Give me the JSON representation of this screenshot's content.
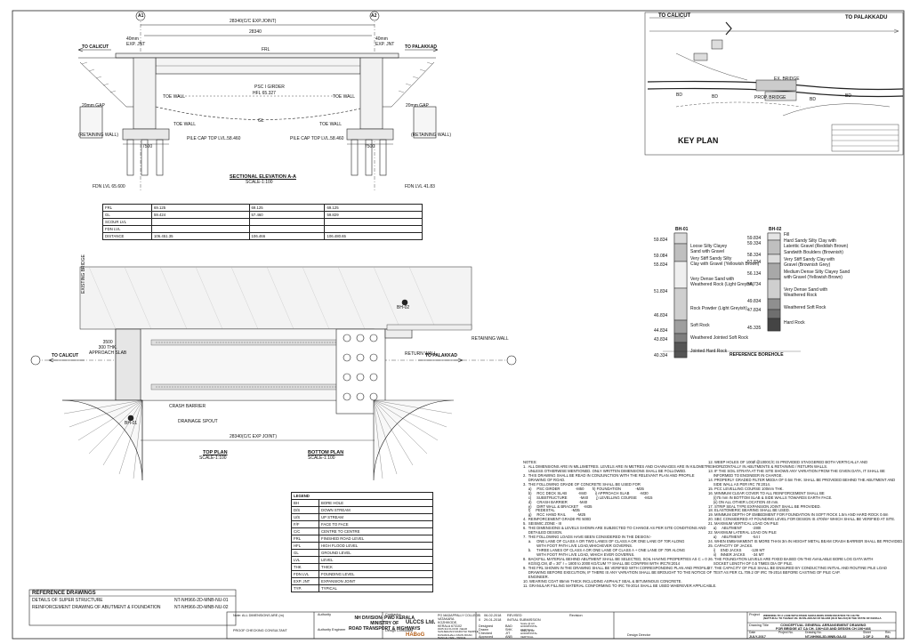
{
  "labels": {
    "to_calicut_elev": "TO CALICUT",
    "to_palakkad_elev": "TO PALAKKAD",
    "to_calicut_plan": "TO CALICUT",
    "to_palakkad_plan": "TO PALAKKAD",
    "to_calicut_key": "TO CALICUT",
    "to_palakkadu_key": "TO PALAKKADU",
    "overall_dim": "28340(C/C EXP.JOINT)",
    "span_dim": "28340",
    "exp_jnt_left": "40mm\nEXP. JNT",
    "exp_jnt_right": "40mm\nEXP. JNT",
    "a1": "A1",
    "a2": "A2",
    "frl": "FRL",
    "psc_girder": "PSC I GIRDER",
    "hfl": "HFL 65.327",
    "gl": "GL",
    "toe_wall_l1": "TOE WALL",
    "toe_wall_l2": "TOE WALL",
    "toe_wall_r1": "TOE WALL",
    "toe_wall_r2": "TOE WALL",
    "gap_l": "20mm GAP",
    "gap_r": "20mm GAP",
    "retaining_wall_l": "(RETAINING WALL)",
    "retaining_wall_r": "(RETAINING WALL)",
    "pile_cap_l": "PILE CAP TOP LVL.58.460",
    "pile_cap_r": "PILE CAP TOP LVL.58.460",
    "dim_7500_l": "7500",
    "dim_7500_r": "7500",
    "fdn_l": "FDN LVL 65.600",
    "fdn_r": "FDN LVL 41.83",
    "sectional_title": "SECTIONAL ELEVATION A-A",
    "sectional_scale": "SCALE-1:100",
    "existing_bridge": "EXISTING BRIDGE",
    "approach_slab": "3500\n300 THK.\nAPPROACH SLAB",
    "retaining_wall_plan": "RETAINING WALL",
    "return_wall": "RETURN WALL",
    "crash_barrier": "CRASH BARRIER",
    "drainage_spout": "DRAINAGE SPOUT",
    "bh01": "BH-01",
    "bh02": "BH-02",
    "top_plan": "TOP PLAN",
    "top_plan_scale": "SCALE-1:100",
    "bottom_plan": "BOTTOM PLAN",
    "bottom_plan_scale": "SCALE-1:100",
    "plan_overall": "28340(C/C EXP JOINT)",
    "key_plan": "KEY PLAN",
    "ex_bridge": "EX. BRIDGE",
    "prop_bridge": "PROP. BRIDGE",
    "bd": "BD",
    "reference_borehole": "REFERENCE BOREHOLE",
    "bh01_strata": [
      "Loose Silty Clayey\nSand with Gravel",
      "Very Stiff Sandy Silty\nClay with Gravel (Yellowish Brown)",
      "Very Dense Sand with\nWeathered Rock (Light Greyish)",
      "Rock Powder (Light Greyish)",
      "Soft Rock",
      "Weathered Jointed Soft Rock",
      "Jointed Hard Rock"
    ],
    "bh01_levels": [
      "59.834",
      "59.084",
      "55.834",
      "51.834",
      "46.834",
      "44.834",
      "43.834",
      "40.334"
    ],
    "bh02_strata": [
      "Fill",
      "Hard Sandy Silty Clay with\nLateritic Gravel (Reddish Brown)",
      "Sandwith Boulders (Brownish)",
      "Very Stiff Sandy Clay with\nGravel (Brownish Grey)",
      "Medium Dense Silty Clayey Sand\nwith Gravel (Yellowish Brown)",
      "Very Dense Sand with\nWeathered Rock",
      "Weathered Soft Rock",
      "Hard Rock"
    ],
    "bh02_levels": [
      "59.834",
      "59.334",
      "58.334",
      "57.834",
      "56.134",
      "54.734",
      "49.834",
      "47.834",
      "45.335"
    ]
  },
  "level_table": {
    "rows": [
      {
        "label": "FRL",
        "v1": "69.125",
        "v2": "69.125",
        "v3": "69.125"
      },
      {
        "label": "GL",
        "v1": "59.424",
        "v2": "57.460",
        "v3": "59.829"
      },
      {
        "label": "SCOUR LVL",
        "v1": "",
        "v2": "",
        "v3": ""
      },
      {
        "label": "FDN LVL",
        "v1": "",
        "v2": "",
        "v3": ""
      },
      {
        "label": "DISTANCE",
        "v1": "106.451.35",
        "v2": "106.466",
        "v3": "106.480.65"
      }
    ]
  },
  "legend": {
    "title": "LEGEND",
    "items": [
      {
        "code": "BH",
        "desc": "BORE HOLE"
      },
      {
        "code": "D/S",
        "desc": "DOWN STREAM"
      },
      {
        "code": "U/S",
        "desc": "UP STREAM"
      },
      {
        "code": "F/F",
        "desc": "FACE TO FACE"
      },
      {
        "code": "C/C",
        "desc": "CENTRE TO CENTRE"
      },
      {
        "code": "FRL",
        "desc": "FINISHED ROAD LEVEL"
      },
      {
        "code": "HFL",
        "desc": "HIGH FLOOD LEVEL"
      },
      {
        "code": "GL",
        "desc": "GROUND LEVEL"
      },
      {
        "code": "LVL",
        "desc": "LEVEL"
      },
      {
        "code": "THK",
        "desc": "THICK"
      },
      {
        "code": "FDN LVL",
        "desc": "FOUNDING LEVEL"
      },
      {
        "code": "EXP. JNT",
        "desc": "EXPANSION JOINT"
      },
      {
        "code": "TYP.",
        "desc": "TYPICAL"
      }
    ]
  },
  "reference_drawings": {
    "title": "REFERENCE DRAWINGS",
    "items": [
      {
        "desc": "DETAILS OF SUPER STRUCTURE",
        "no": "NT-NH966-2D-MNB-NU-01"
      },
      {
        "desc": "REINFORCEMENT DRAWING OF ABUTMENT & FOUNDATION",
        "no": "NT-NH966-2D-MNB-NU-02"
      }
    ]
  },
  "notes_left": "NOTES:\n1.  ALL DIMENSIONS ARE IN MILLIMETRES. LEVELS ARE IN METRES AND CHAINAGES ARE IN KILOMETRES\n     UNLESS OTHERWISE MENTIONED. ONLY WRITTEN DIMENSIONS SHALL BE FOLLOWED.\n2.  THIS DRAWING SHALL BE READ IN CONJUNCTION WITH THE RELEVANT PLAN AND PROFILE\n     DRAWING OF ROAD.\n3.  THE FOLLOWING GRADE OF CONCRETE SHALL BE USED FOR\n     a)     PSC GIRDER               -M50        h) FOUNDATION              -M35\n     b)     RCC DECK SLAB           -M40        i) APPROACH SLAB          -M30\n     c)     SUBSTRUCTURE            -M40        j) LEVELLING COURSE       -M15\n     d)     CRASH BARRIER           -M40\n     e)     DIRT WALL & BRACKET     -M35\n     f)     PEDESTAL                -M35\n     g)     RCC HAND RAIL           -M25\n4.  REINFORCEMENT GRADE-FE 500D\n5.  SEISMIC ZONE - III\n6.  THE DIMENSIONS & LEVELS SHOWN ARE SUBJECTED TO CHANGE AS PER SITE CONDITIONS AND\n     DETAILED DESIGN.\n7.  THE FOLLOWING LOADS HAVE BEEN CONSIDERED IN THE DESIGN:-\n     a.     ONE LANE OF CLASS A OR TWO LANES OF CLASS A OR ONE LANE OF 70R ALONG\n             WITH FOOT PATH LIVE LOAD,WHICHEVER GOVERNS.\n     b.     THREE LANES OF CLASS A OR ONE LANE OF CLASS A + ONE LANE OF 70R ALONG\n             WITH FOOT PATH LIVE LOAD, WHICH EVER GOVERNS.\n8.  BACKFILL MATERIAL BEHIND ABUTMENT SHALL BE SELECTED, SOIL HAVING PROPERTIES AS C = 0\n     KG/SQ.CM, Ø = 30° r = 1800 to 2000 KG/CUM ?? SHALL BE CONFIRM WITH IRC78:2014\n9.  THE FRL SHOWN IN THE DRAWING SHALL BE VERIFIED WITH CORRESPONDING PLAN AND PROFILE\n     DRAWING BEFORE EXECUTION, IF THERE IS ANY VARIATION SHALL BE BROUGHT TO THE NOTICE OF\n     ENGINEER.\n10. WEARING COAT 65mm THICK INCLUDING ASPHALT SEAL & BITUMINOUS CONCRETE.\n11. GRANULAR FILLING MATERIAL CONFORMING TO IRC 78-2014 SHALL BE USED WHEREVER APPLICABLE.",
  "notes_right": "12. WEEP HOLES OF 100Ø @1000C/C IS PROVIDED STAGGERED BOTH VERTICALLY AND\n     HORIZONTALLY IN ABUTMENTS & RETAINING / RETURN WALLS.\n13. IF THE SOIL STRATA AT THE SITE SHOWS ANY VARIATION FROM THE GIVEN DATA, IT SHALL BE\n     INFORMED TO ENGINEER IN CHARGE.\n14. PROPERLY GRADED FILTER MEDIA OF 0.5m THK. SHALL BE PROVIDED BEHIND THE ABUTMENT AND\n     SIDE WALL AS PER IRC 78:2014.\n15. PCC LEVELLING COURSE 100mm THK.\n16. MINIMUM CLEAR COVER TO ALL REINFORCEMENT SHALL BE\n     (i)75 mm IN BOTTOM SLAB & SIDE WALLS TOWARDS EARTH FACE.\n     (ii) ON ALL OTHER LOCATION 40 mm.\n17. STRIP SEAL TYPE EXPANSION JOINT SHALL BE PROVIDED.\n18. ELASTOMERIC BEARING SHALL BE USED.\n19. MINIMUM DEPTH OF EMBEDMENT FOR FOUNDATION IN SOFT ROCK 1.5m AND HARD ROCK 0.6m\n20. SBC CONSIDERED AT FOUNDING LEVEL FOR DESIGN IS 470t/m² WHICH SHALL BE VERIFIED AT SITE.\n21. MAXIMUM VERTICAL LOAD ON PILE\n     a)     ABUTMENT          -280t\n22. MAXIMUM LATERAL LOAD ON PILE\n     a)     ABUTMENT          -54 t\n24. WHEN EMBANKMENT IS MORE THAN 3m IN HEIGHT METAL BEAM CRASH BARRIER SHALL BE PROVIDED.\n25. CAPACITY OF JACKS.\n     i)     END JACKS         -128 MT\n     ii)    INNER JACKS       -34 MT\n26. THE FOUNDATION LEVELS ARE FIXED BASED ON THE AVAILABLE BORE LOG DATA WITH\n     SOCKET LENGTH OF 0.5 TIMES DIA OF PILE.\n27. THE CAPACITY OF PILE SHALL BE ENSURED BY CONDUCTING INITIAL AND ROUTINE PILE LOAD\n     TEST AS PER CL.709.2 OF IRC 78-2014 BEFORE CASTING OF PILE CAP.",
  "title_block": {
    "authority_label": "Authority",
    "authority_name": "NH DIVISION- PWD KERALA\nMINISTRY OF\nROAD TRANSPORT & HIGHWAYS",
    "proof_checking": "PROOF CHECKING CONSULTANT",
    "authority_engineer": "Authority Engineer",
    "contractor_label": "Contractor",
    "contractor_name": "ULCCS Ltd.",
    "contractor_addr": "PO MADAPPALLY COLLEGE\nVATAKARA\nKOZHIKODE,\nKERALA 673102",
    "design_consultant": "Design Consultant",
    "habog": "HABoG",
    "habog_addr": "#105,3rd FLOOR ,NEAR\nSANJEEVANI MARUTHI TEMPLE,\nDASARAHALLI MAIN ROAD,\nBANGALORE - 560024",
    "rev_rows": [
      {
        "rev": "1",
        "date": "06-02-2018",
        "desc": "REVISED"
      },
      {
        "rev": "0",
        "date": "29-01-2018",
        "desc": "INITIAL SUBMISSION"
      }
    ],
    "rev_header": "Revision",
    "signs": [
      {
        "role": "Designed",
        "name": "BAD",
        "scale": "Scale @ A3\nHORIZONTAL\nVERTICAL"
      },
      {
        "role": "Drawn",
        "name": "SHK",
        "scale": ""
      },
      {
        "role": "Checked",
        "name": "JIT",
        "scale": "Scale @ A2\nHORIZONTAL\nVERTICAL"
      },
      {
        "role": "Approved",
        "name": "ANB",
        "scale": ""
      }
    ],
    "design_director": "Design Director",
    "project_label": "Project",
    "project_name": "WIDENING TO 2 LANE WITH PAVED SHOULDERS FROM KM 87/000 TO 111/750\n(NATTUKAL TO THANAV JN. IN PALAKKAD OF NH-966 (OLD NH-213) IN THE STATE OF KERALA",
    "drawing_title_label": "Drawing Title",
    "drawing_title": "CONCEPTUAL GENERAL ARRANGEMENT DRAWING\nFOR BRIDGE AT CA CH. 106+415 AND DESIGN CH 106+466",
    "date_label": "Date",
    "date": "JULY-2017",
    "project_no_label": "Project No.",
    "drawing_no_label": "Drawing No.",
    "drawing_no": "NT-NH966-2D-MNB-GA-02",
    "sheet_label": "Sheet",
    "sheet": "1 OF 2",
    "rev_label": "Rev",
    "rev": "R1"
  },
  "note_all_dims": "Note: ALL DIMENSIONS ARE (m)"
}
